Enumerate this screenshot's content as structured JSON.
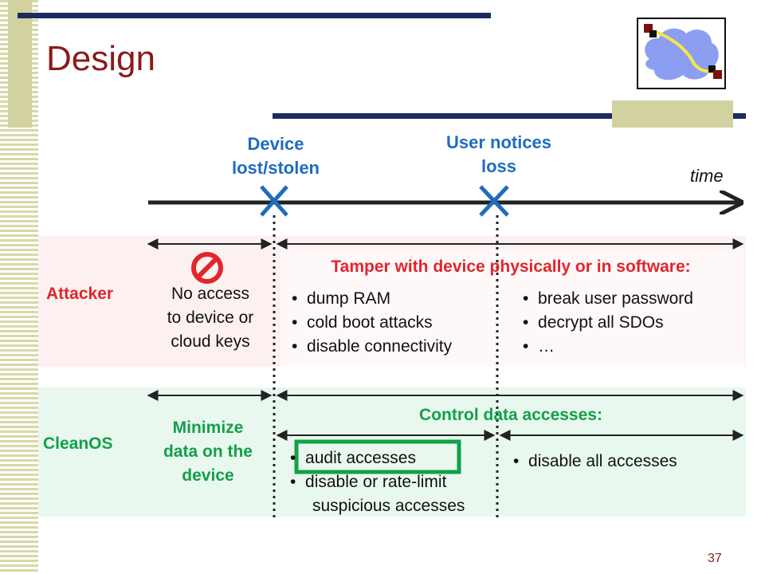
{
  "slide": {
    "title": "Design",
    "number": "37"
  },
  "timeline": {
    "event1": [
      "Device",
      "lost/stolen"
    ],
    "event2": [
      "User notices",
      "loss"
    ],
    "axis_label": "time"
  },
  "attacker": {
    "row_label": "Attacker",
    "before": [
      "No access",
      "to device or",
      "cloud keys"
    ],
    "after_title": "Tamper with device physically or in software:",
    "after_left": [
      "dump RAM",
      "cold boot attacks",
      "disable connectivity"
    ],
    "after_right": [
      "break user password",
      "decrypt all SDOs",
      "…"
    ]
  },
  "cleanos": {
    "row_label": "CleanOS",
    "before": [
      "Minimize",
      "data on the",
      "device"
    ],
    "after_title": "Control data accesses:",
    "phase1": [
      "audit accesses",
      "disable or rate-limit"
    ],
    "phase1_cont": "suspicious accesses",
    "phase2": [
      "disable all accesses"
    ]
  },
  "colors": {
    "title": "#8b1a1a",
    "blue": "#1f6cbf",
    "red": "#e0262b",
    "green": "#12a048",
    "attacker_bg": "#fdf0f1",
    "cleanos_bg": "#e9f8ef"
  }
}
